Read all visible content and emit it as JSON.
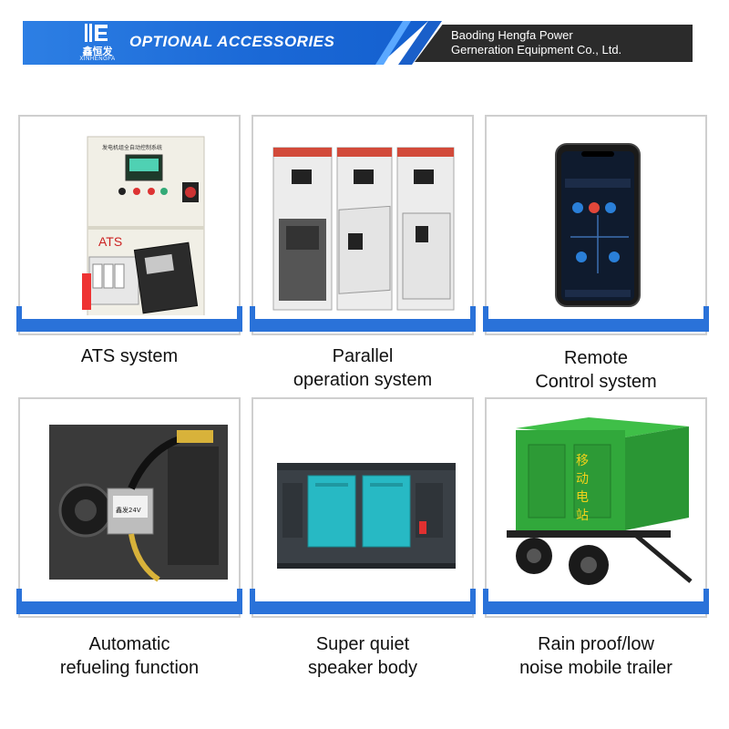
{
  "header": {
    "title": "OPTIONAL ACCESSORIES",
    "company_line1": "Baoding Hengfa Power",
    "company_line2": "Gerneration Equipment Co., Ltd.",
    "logo_cn": "鑫恒发",
    "logo_en": "XINHENGFA",
    "colors": {
      "banner_blue": "#1a68d6",
      "stripe_light": "#5aa8ff",
      "company_bg": "#2b2b2b",
      "card_bar": "#2a72d9"
    }
  },
  "cards": [
    {
      "caption_line1": "ATS system",
      "caption_line2": "",
      "panel_text": "ATS",
      "panel_title": "发电机组全自动控制系统"
    },
    {
      "caption_line1": "Parallel",
      "caption_line2": "operation system"
    },
    {
      "caption_line1": "Remote",
      "caption_line2": "Control system"
    },
    {
      "caption_line1": "Automatic",
      "caption_line2": "refueling function",
      "label_text": "鑫发24V"
    },
    {
      "caption_line1": "Super quiet",
      "caption_line2": "speaker body"
    },
    {
      "caption_line1": "Rain proof/low",
      "caption_line2": "noise mobile trailer",
      "trailer_text": [
        "移",
        "动",
        "电",
        "站"
      ]
    }
  ]
}
